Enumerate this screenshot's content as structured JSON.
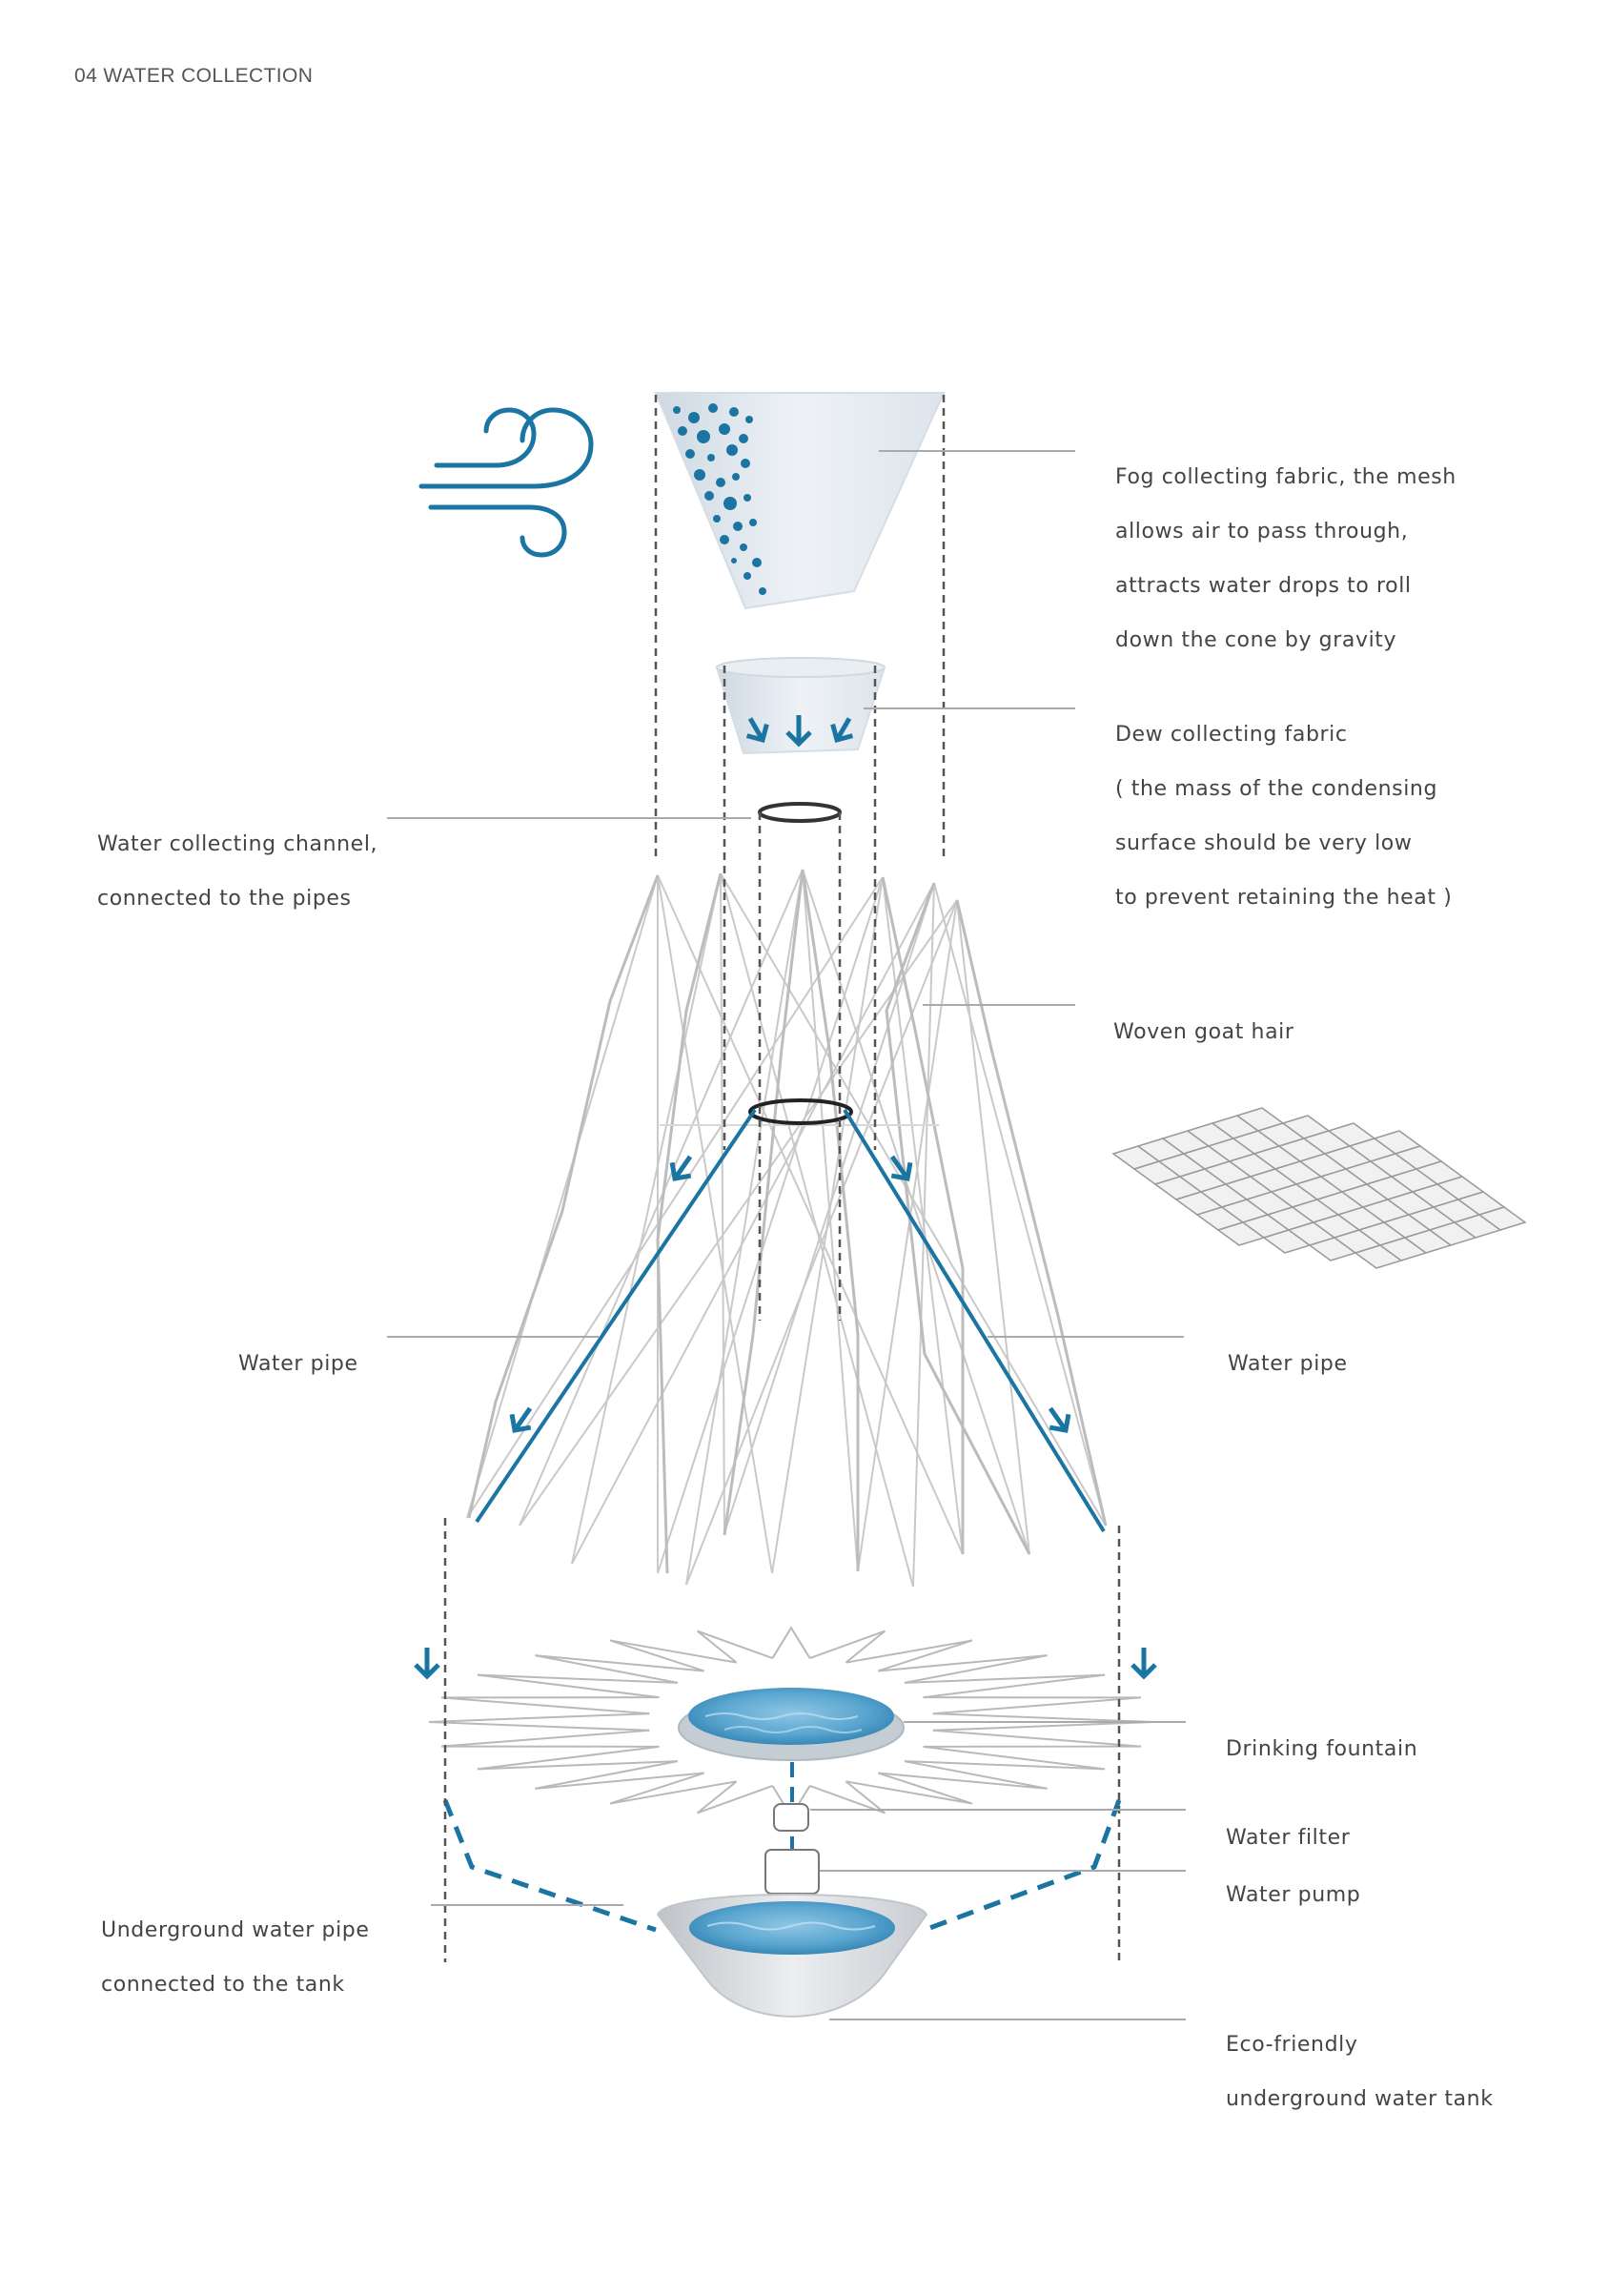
{
  "header": {
    "section_title": "04 WATER COLLECTION"
  },
  "colors": {
    "accent_blue": "#1a75a3",
    "dashed_guide": "#555555",
    "leader_line": "#aaaaaa",
    "structure_line": "#c8c8c8",
    "text": "#444444"
  },
  "icons": {
    "wind": "wind-icon",
    "flow_arrow": "arrow-down-icon"
  },
  "labels": {
    "fog_fabric": [
      "Fog collecting fabric, the mesh",
      "allows air to pass through,",
      "attracts water drops to roll",
      "down the cone by gravity"
    ],
    "dew_fabric": [
      "Dew collecting fabric",
      "( the mass of the condensing",
      "surface should be very low",
      "to prevent retaining the heat )"
    ],
    "water_channel": [
      "Water collecting channel,",
      "connected to the pipes"
    ],
    "goat_hair": [
      "Woven goat hair"
    ],
    "water_pipe_left": [
      "Water pipe"
    ],
    "water_pipe_right": [
      "Water pipe"
    ],
    "drinking_fountain": [
      "Drinking fountain"
    ],
    "water_filter": [
      "Water filter"
    ],
    "water_pump": [
      "Water pump"
    ],
    "underground_pipe": [
      "Underground water pipe",
      "connected to the tank"
    ],
    "water_tank": [
      "Eco-friendly",
      "underground water tank"
    ]
  }
}
